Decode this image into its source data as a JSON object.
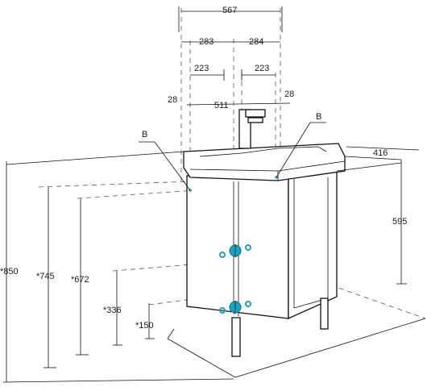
{
  "diagram": {
    "dimensions": {
      "overall_width": "567",
      "half_left": "283",
      "half_right": "284",
      "inner_left": "223",
      "inner_right": "223",
      "offset_left": "28",
      "offset_right": "28",
      "basin_width": "511",
      "depth": "416",
      "cabinet_height": "595",
      "total_height": "*850",
      "h745": "*745",
      "h672": "*672",
      "h336": "*336",
      "h150": "*150"
    },
    "callouts": {
      "left": "B",
      "right": "B"
    },
    "colors": {
      "line": "#111111",
      "accent": "#1aa3c0"
    }
  }
}
